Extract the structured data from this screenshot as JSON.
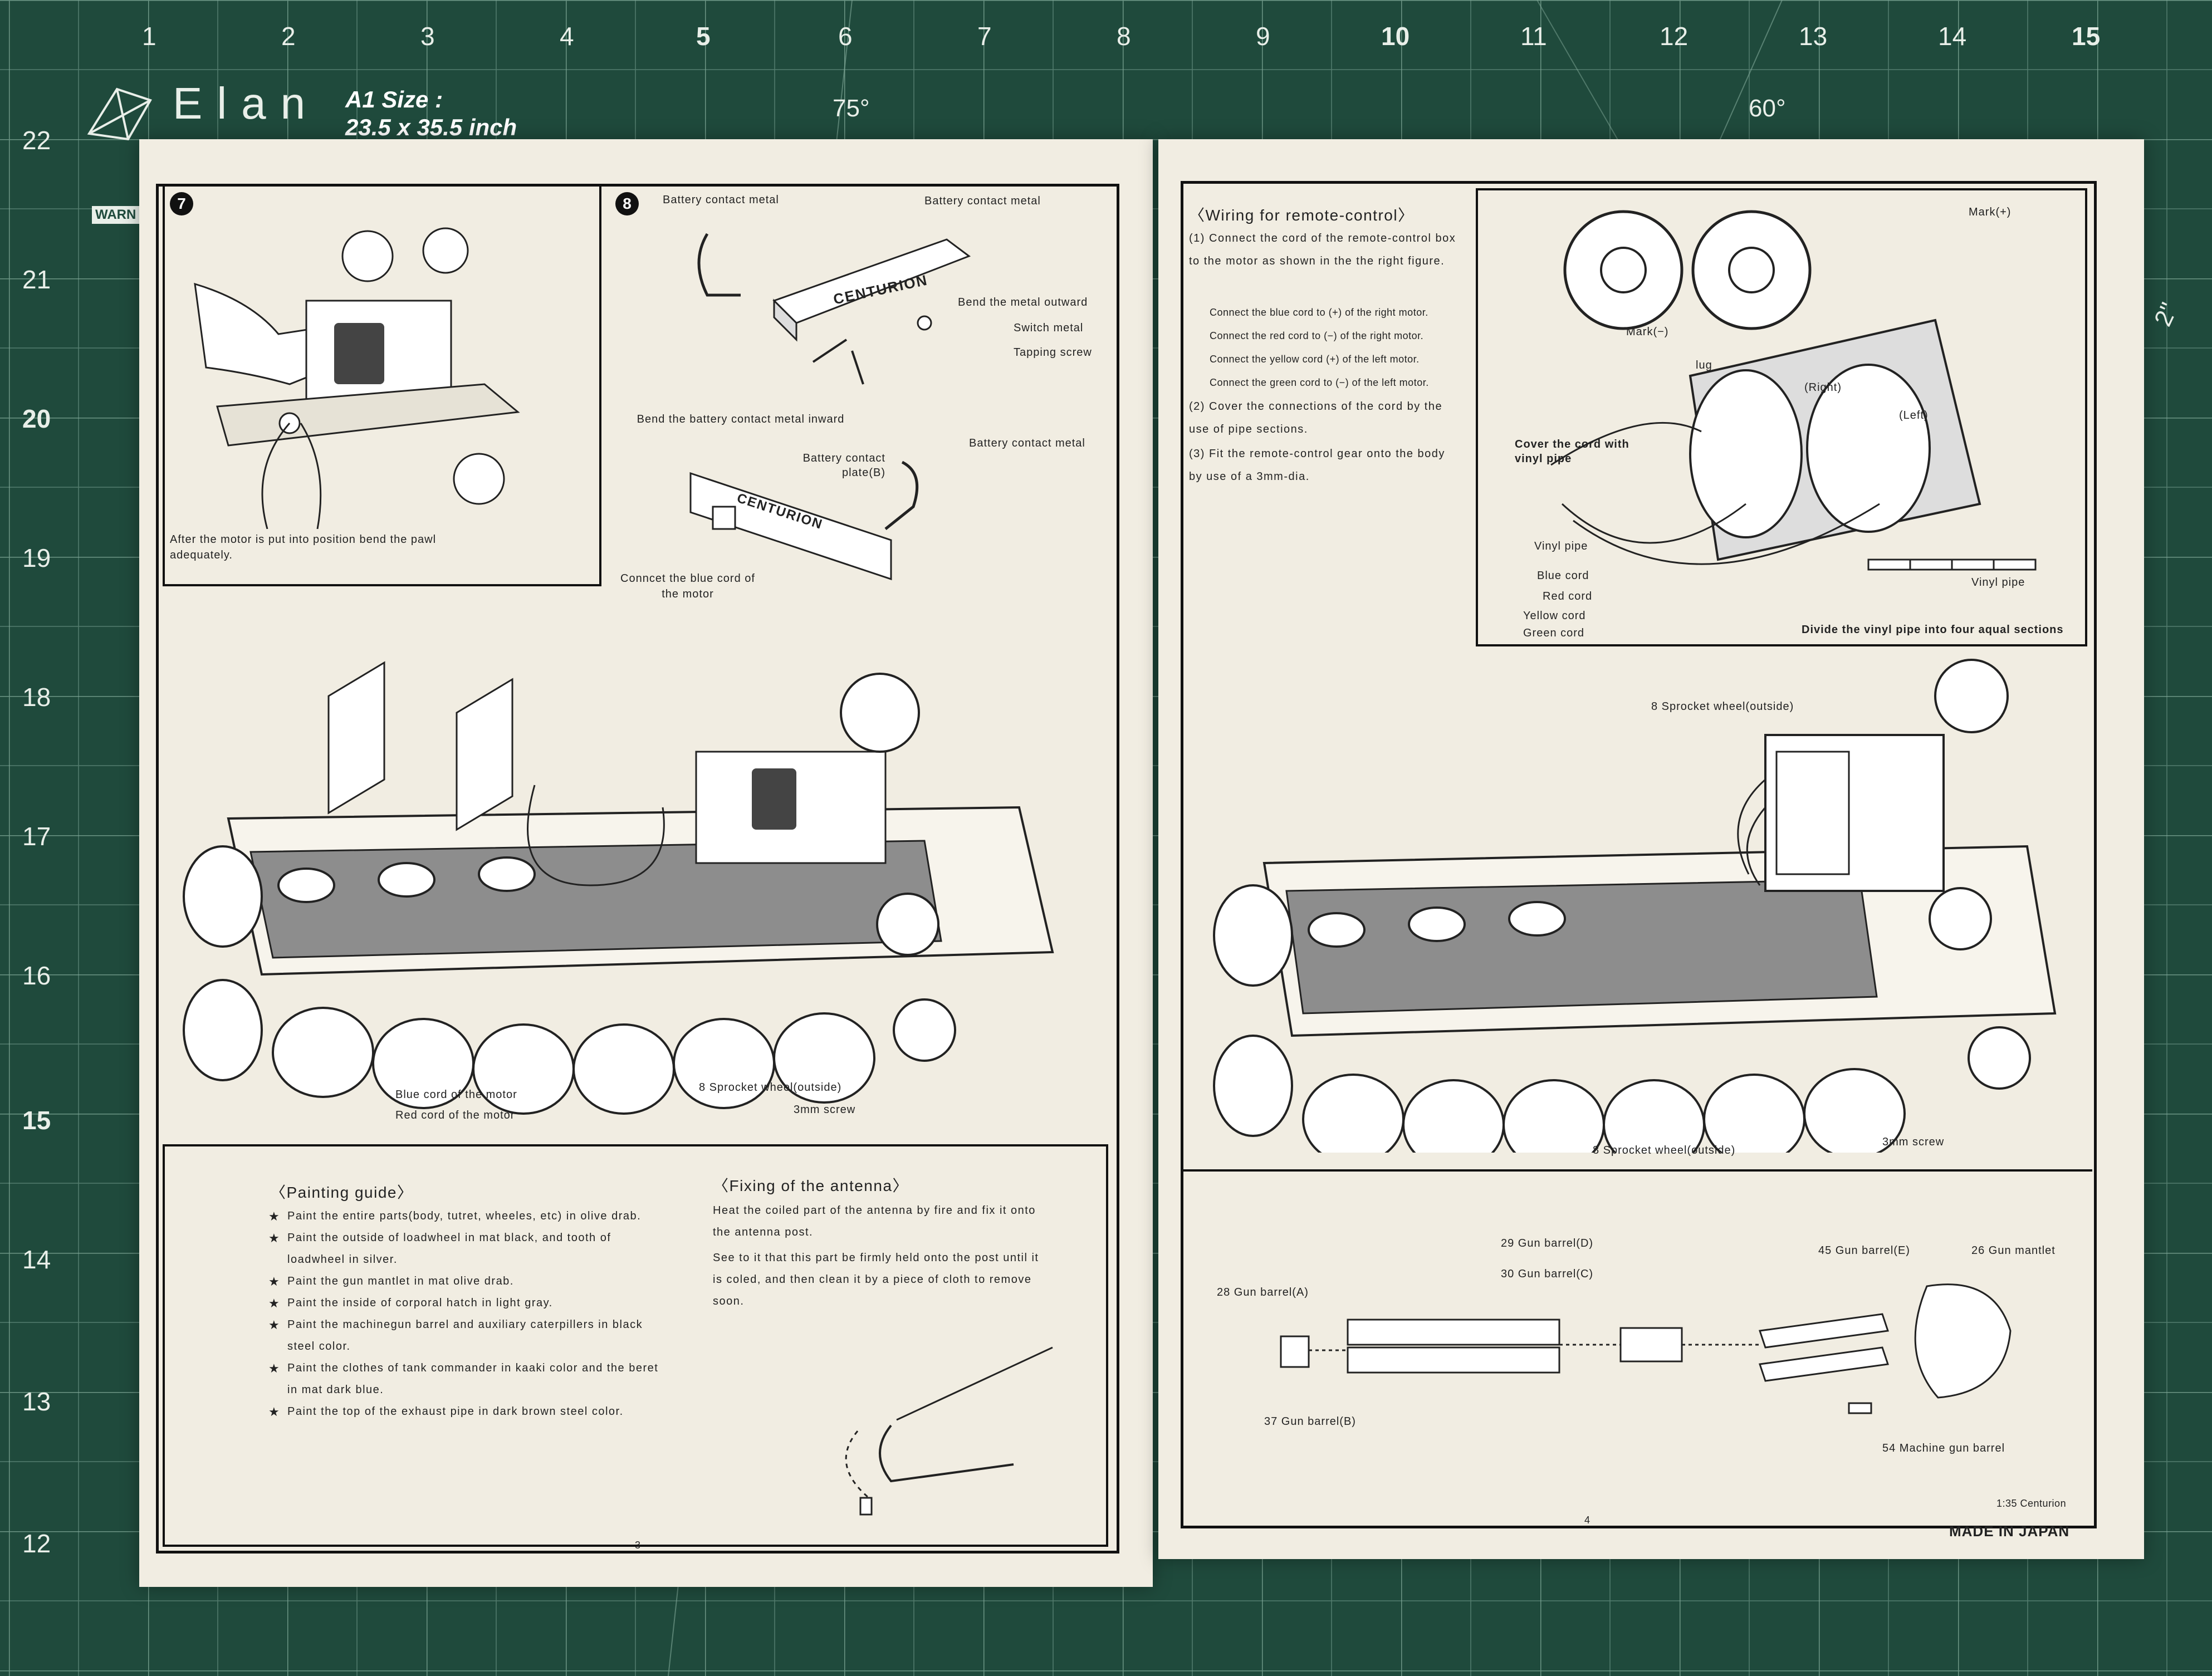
{
  "mat": {
    "brand": "Elan",
    "size_line1": "A1 Size :",
    "size_line2": "23.5 x 35.5 inch",
    "warn": "WARN",
    "top_numbers": [
      "1",
      "2",
      "3",
      "4",
      "5",
      "6",
      "7",
      "8",
      "9",
      "10",
      "11",
      "12",
      "13",
      "14",
      "15"
    ],
    "side_numbers": [
      "22",
      "21",
      "20",
      "19",
      "18",
      "17",
      "16",
      "15",
      "14",
      "13",
      "12"
    ],
    "angle_75": "75°",
    "angle_60": "60°",
    "side_2": "2\""
  },
  "left_page": {
    "step7": {
      "number": "7",
      "caption": "After the motor is put into position bend the pawl adequately."
    },
    "step8": {
      "number": "8",
      "labels": {
        "battery_contact_metal_1": "Battery contact metal",
        "battery_contact_metal_2": "Battery contact metal",
        "bend_outward": "Bend the metal outward",
        "switch_metal": "Switch metal",
        "tapping_screw": "Tapping screw",
        "bend_inward": "Bend the battery contact metal inward",
        "battery_contact_plate": "Battery contact plate(B)",
        "battery_contact_metal_3": "Battery contact metal",
        "connect_blue": "Conncet the blue cord of the motor",
        "brand_plate": "CENTURION"
      }
    },
    "main_labels": {
      "blue_cord": "Blue cord of the motor",
      "red_cord": "Red cord of the motor",
      "sprocket": "8 Sprocket wheel(outside)",
      "screw": "3mm screw"
    },
    "painting_guide": {
      "title": "〈Painting guide〉",
      "items": [
        "Paint the entire parts(body, tutret, wheeles, etc) in olive drab.",
        "Paint the outside of loadwheel in mat black, and tooth of loadwheel in silver.",
        "Paint the gun mantlet in mat olive drab.",
        "Paint the inside of corporal hatch in light gray.",
        "Paint the machinegun barrel and auxiliary caterpillers in black steel color.",
        "Paint the clothes of tank commander in kaaki color and the beret in mat dark blue.",
        "Paint the top of the exhaust pipe in dark brown steel color."
      ]
    },
    "antenna": {
      "title": "〈Fixing of the antenna〉",
      "text1": "Heat the coiled part of the antenna by fire and fix it onto the antenna post.",
      "text2": "See to it that this part be firmly held onto the post until it is coled, and then clean it by a piece of cloth to remove soon."
    },
    "page_number": "3"
  },
  "right_page": {
    "wiring": {
      "title": "〈Wiring for remote-control〉",
      "step1": "(1) Connect the cord of the remote-control box to the motor as shown in the the right figure.",
      "step1_sub": [
        "Connect the blue cord to (+) of the right motor.",
        "Connect the red cord to (−) of the right motor.",
        "Connect the yellow cord (+) of the left motor.",
        "Connect the green cord to (−) of the left motor."
      ],
      "step2": "(2) Cover the connections of the cord by the use of pipe sections.",
      "step3": "(3) Fit the remote-control gear onto the body by use of a 3mm-dia."
    },
    "diagram_labels": {
      "mark_plus": "Mark(+)",
      "mark_minus": "Mark(−)",
      "lug": "lug",
      "right": "(Right)",
      "left": "(Left)",
      "cover_cord": "Cover the cord with vinyl pipe",
      "vinyl_pipe_1": "Vinyl pipe",
      "blue_cord": "Blue cord",
      "red_cord": "Red cord",
      "yellow_cord": "Yellow cord",
      "green_cord": "Green cord",
      "vinyl_pipe_2": "Vinyl pipe",
      "divide": "Divide the vinyl pipe into four aqual sections"
    },
    "main_labels": {
      "sprocket_top": "8 Sprocket wheel(outside)",
      "sprocket_bottom": "8 Sprocket wheel(outside)",
      "screw": "3mm screw"
    },
    "gun_labels": {
      "gun_barrel_a": "28 Gun barrel(A)",
      "gun_barrel_d": "29 Gun barrel(D)",
      "gun_barrel_c": "30 Gun barrel(C)",
      "gun_barrel_e": "45 Gun barrel(E)",
      "gun_mantlet": "26 Gun mantlet",
      "gun_barrel_b": "37 Gun barrel(B)",
      "mg_barrel": "54 Machine gun barrel"
    },
    "scale_note": "1:35 Centurion",
    "made_in": "MADE IN JAPAN",
    "page_number": "4"
  }
}
